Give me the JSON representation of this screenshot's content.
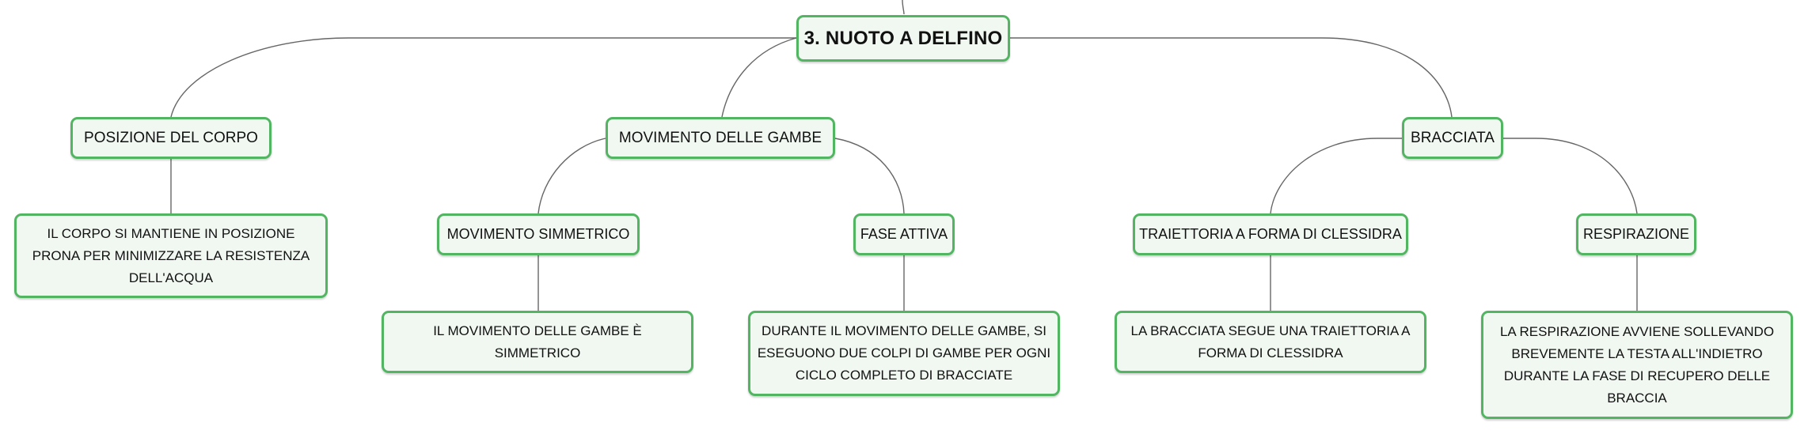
{
  "diagram": {
    "root": {
      "label": "3. NUOTO A DELFINO"
    },
    "branches": [
      {
        "label": "POSIZIONE DEL CORPO",
        "description": "IL CORPO SI MANTIENE IN POSIZIONE PRONA PER MINIMIZZARE LA RESISTENZA DELL'ACQUA"
      },
      {
        "label": "MOVIMENTO DELLE GAMBE",
        "children": [
          {
            "label": "MOVIMENTO SIMMETRICO",
            "description": "IL MOVIMENTO DELLE GAMBE È SIMMETRICO"
          },
          {
            "label": "FASE ATTIVA",
            "description": "DURANTE IL MOVIMENTO DELLE GAMBE, SI ESEGUONO DUE COLPI DI GAMBE PER OGNI CICLO COMPLETO DI BRACCIATE"
          }
        ]
      },
      {
        "label": "BRACCIATA",
        "children": [
          {
            "label": "TRAIETTORIA A FORMA DI CLESSIDRA",
            "description": "LA BRACCIATA SEGUE UNA TRAIETTORIA A FORMA DI CLESSIDRA"
          },
          {
            "label": "RESPIRAZIONE",
            "description": "LA RESPIRAZIONE AVVIENE SOLLEVANDO BREVEMENTE LA TESTA ALL'INDIETRO DURANTE LA FASE DI RECUPERO DELLE BRACCIA"
          }
        ]
      }
    ]
  },
  "colors": {
    "node_border": "#52b562",
    "node_fill": "#f1f8f2",
    "line": "#666666",
    "text": "#111111"
  }
}
